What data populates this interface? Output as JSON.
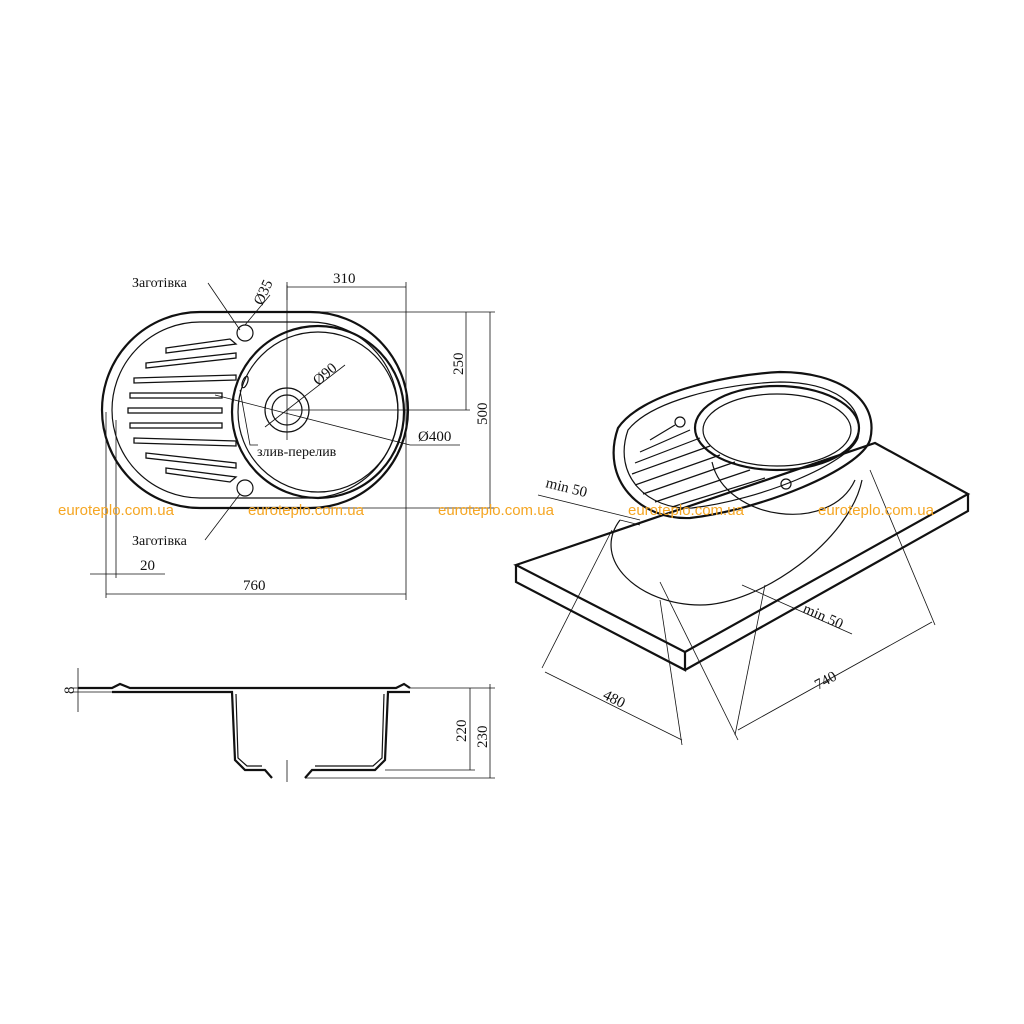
{
  "top_view": {
    "label_blank_top": "Заготівка",
    "label_blank_bottom": "Заготівка",
    "dim_hole": "Ø35",
    "dim_drain": "Ø90",
    "dim_bowl": "Ø400",
    "label_overflow": "злив-перелив",
    "dim_310": "310",
    "dim_250": "250",
    "dim_500": "500",
    "dim_20": "20",
    "dim_760": "760"
  },
  "side_view": {
    "dim_8": "8",
    "dim_220": "220",
    "dim_230": "230"
  },
  "iso_view": {
    "dim_min50_top": "min 50",
    "dim_min50_right": "min 50",
    "dim_480": "480",
    "dim_740": "740"
  },
  "watermark": {
    "text": "euroteplo.com.ua",
    "color": "#f5a623"
  }
}
